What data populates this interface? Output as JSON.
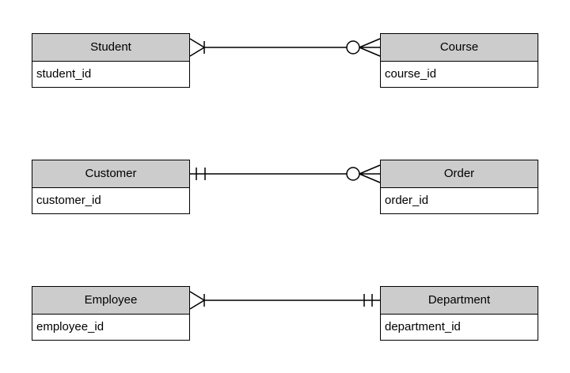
{
  "diagram": {
    "type": "entity-relationship",
    "notation": "crows-foot",
    "colors": {
      "background": "#ffffff",
      "header_fill": "#cccccc",
      "body_fill": "#ffffff",
      "border": "#000000",
      "line": "#000000"
    },
    "entities": [
      {
        "title": "Student",
        "attributes": [
          "student_id"
        ]
      },
      {
        "title": "Course",
        "attributes": [
          "course_id"
        ]
      },
      {
        "title": "Customer",
        "attributes": [
          "customer_id"
        ]
      },
      {
        "title": "Order",
        "attributes": [
          "order_id"
        ]
      },
      {
        "title": "Employee",
        "attributes": [
          "employee_id"
        ]
      },
      {
        "title": "Department",
        "attributes": [
          "department_id"
        ]
      }
    ],
    "relationships": [
      {
        "from": "Student",
        "to": "Course",
        "from_cardinality": "one or many",
        "to_cardinality": "zero or many"
      },
      {
        "from": "Customer",
        "to": "Order",
        "from_cardinality": "exactly one",
        "to_cardinality": "zero or many"
      },
      {
        "from": "Employee",
        "to": "Department",
        "from_cardinality": "one or many",
        "to_cardinality": "exactly one"
      }
    ]
  }
}
